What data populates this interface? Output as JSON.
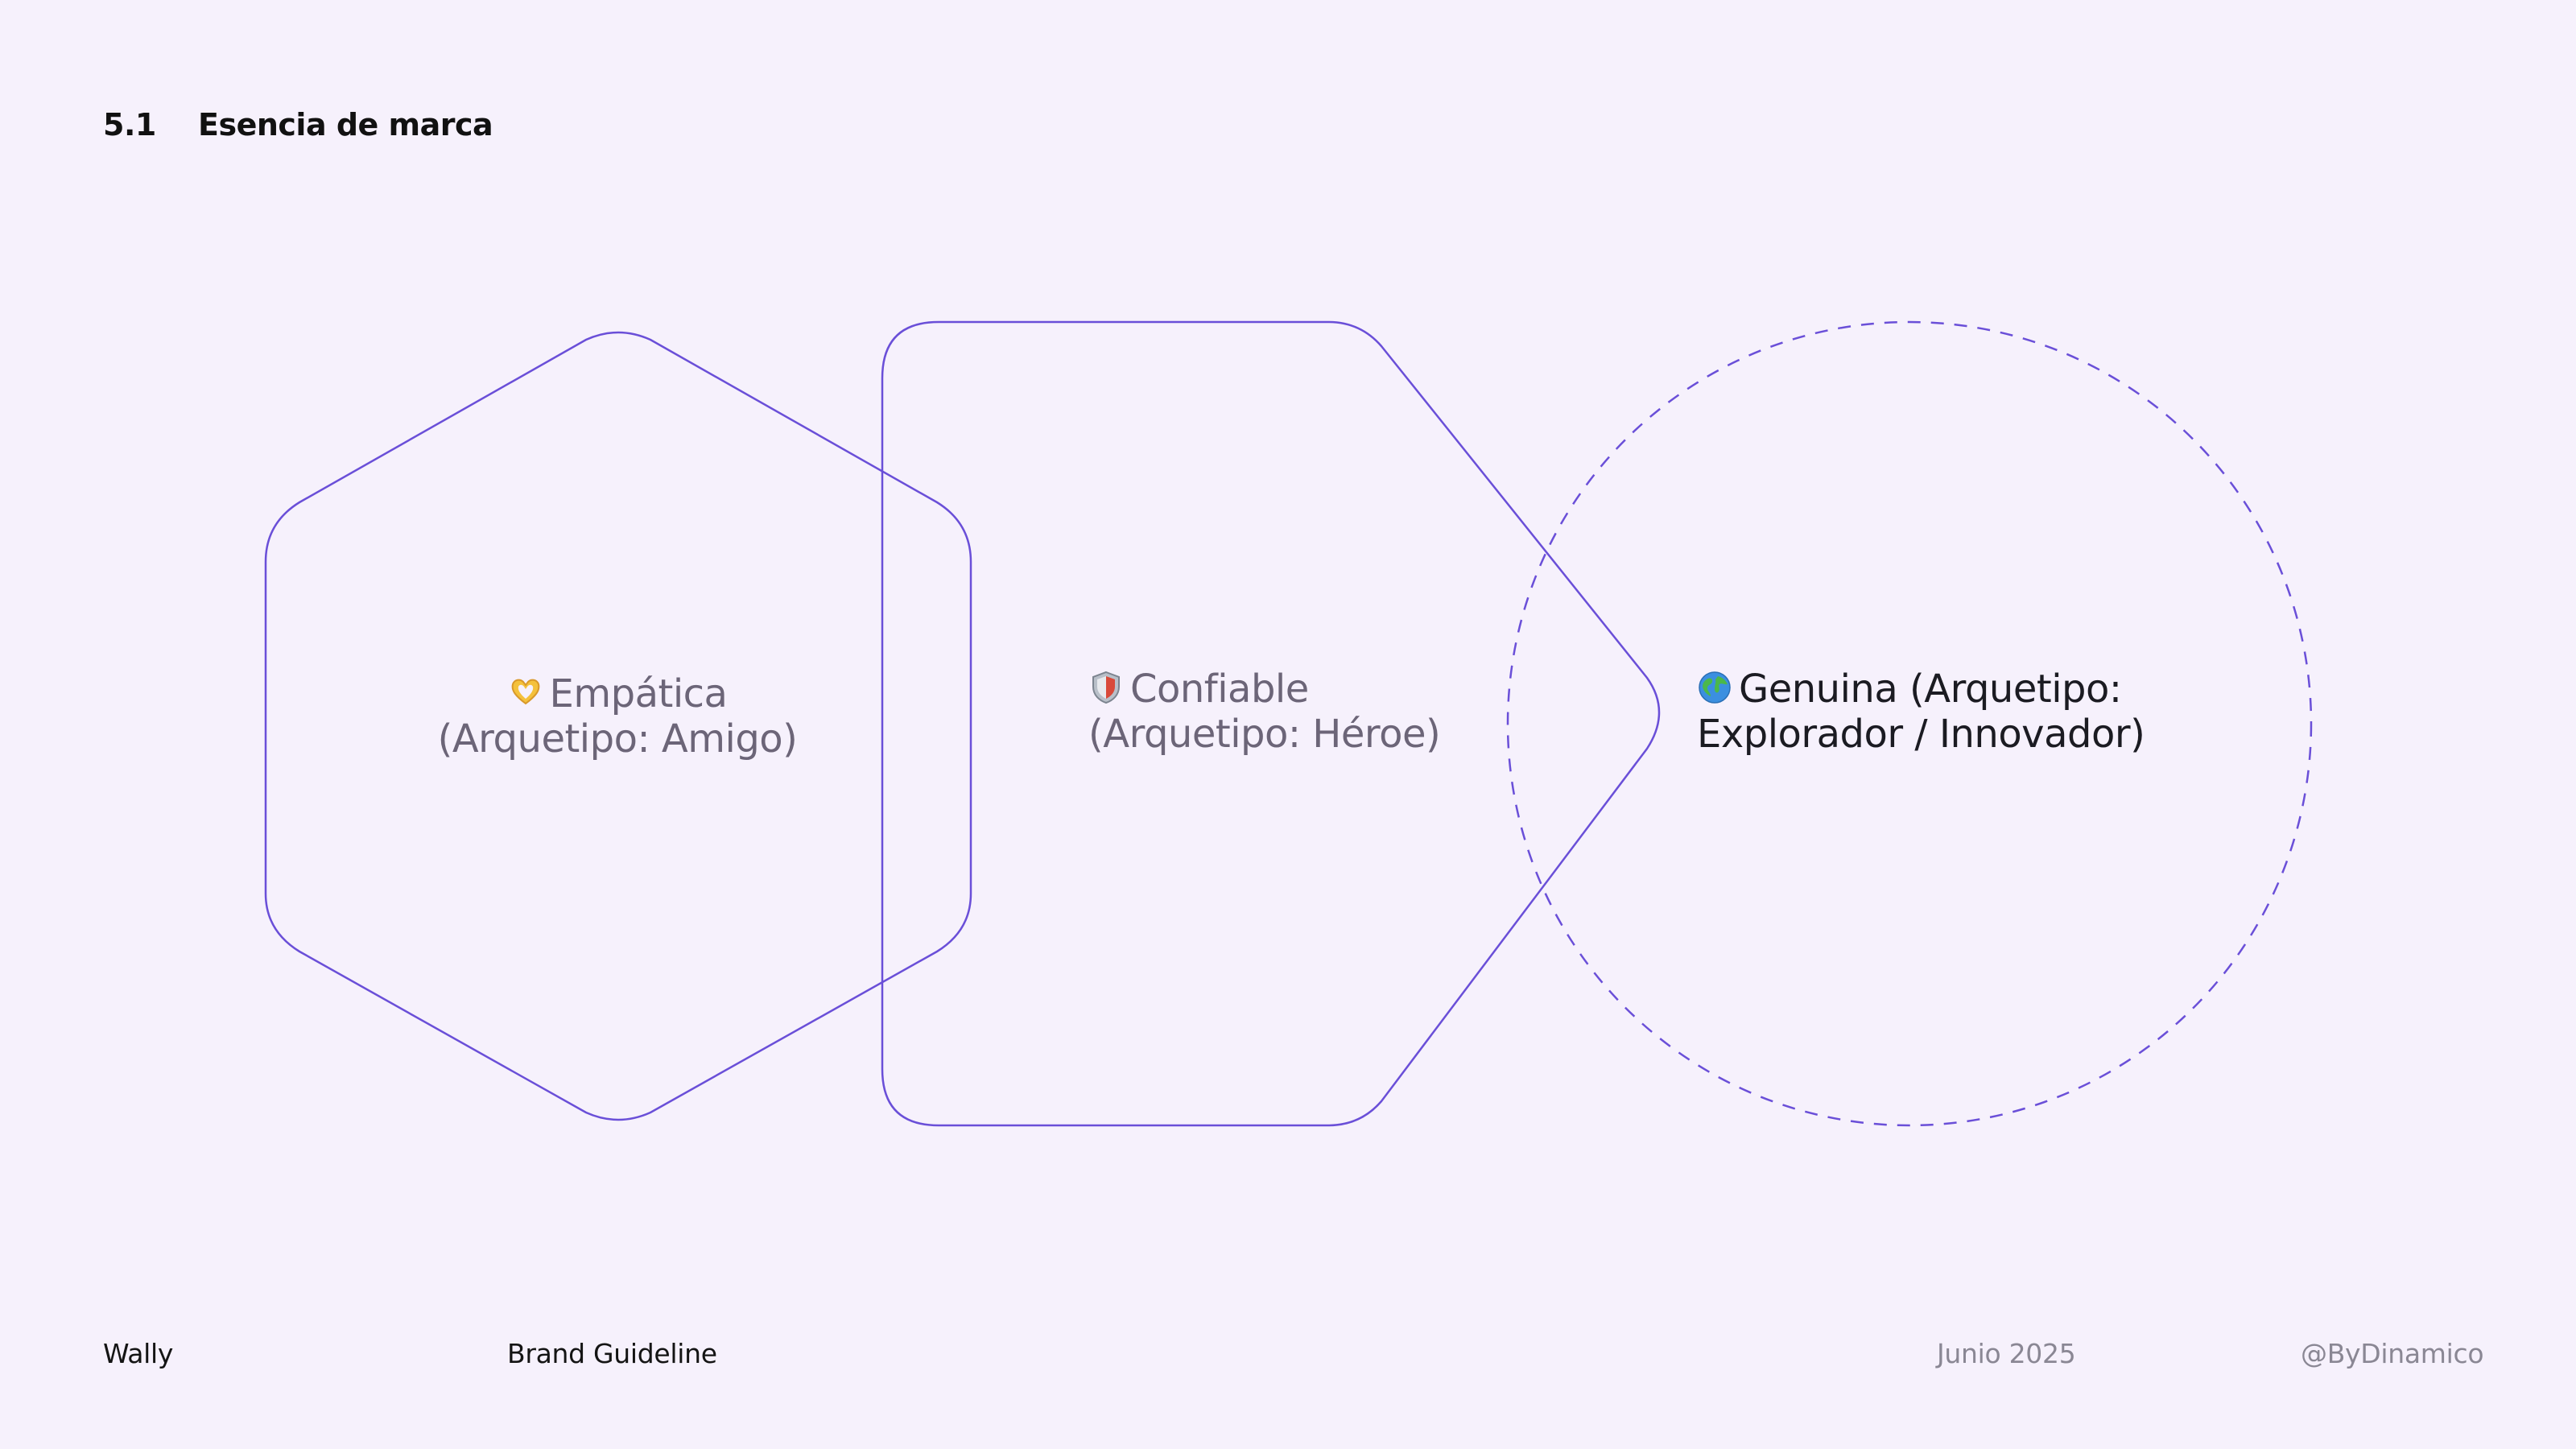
{
  "header": {
    "section_number": "5.1",
    "section_title": "Esencia de marca"
  },
  "diagram": {
    "accent_color": "#6a4fd8",
    "shapes": [
      {
        "shape": "hexagon",
        "stroke": "solid"
      },
      {
        "shape": "pentagon-arrow",
        "stroke": "solid"
      },
      {
        "shape": "circle",
        "stroke": "dashed"
      }
    ],
    "items": [
      {
        "icon": "heart-hands-icon",
        "line1": "Empática",
        "line2": "(Arquetipo: Amigo)"
      },
      {
        "icon": "shield-icon",
        "line1": "Confiable",
        "line2": "(Arquetipo: Héroe)"
      },
      {
        "icon": "globe-icon",
        "line1": "Genuina (Arquetipo:",
        "line2": "Explorador / Innovador)"
      }
    ]
  },
  "footer": {
    "brand": "Wally",
    "document": "Brand Guideline",
    "date": "Junio 2025",
    "handle": "@ByDinamico"
  }
}
